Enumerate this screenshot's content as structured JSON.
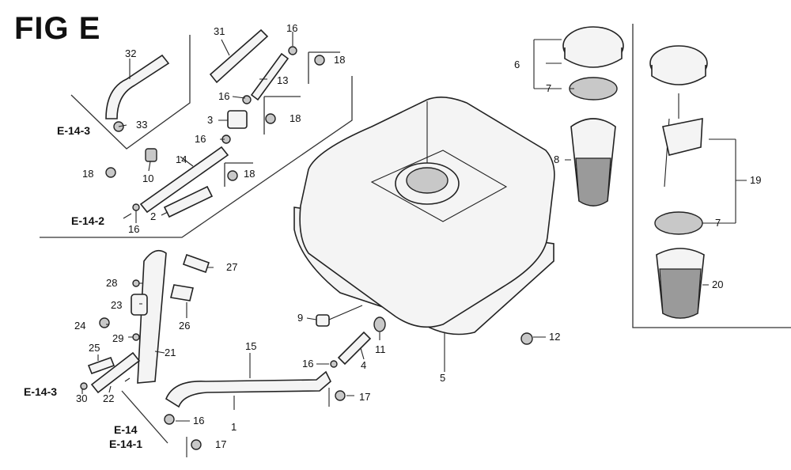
{
  "figure_title": "FIG E",
  "callouts": {
    "p32": "32",
    "p31": "31",
    "p16a": "16",
    "p18a": "18",
    "p13": "13",
    "p33": "33",
    "p16b": "16",
    "p3": "3",
    "p18b": "18",
    "p16c": "16",
    "p10": "10",
    "p14": "14",
    "p18c": "18",
    "p18d": "18",
    "p2": "2",
    "p16d": "16",
    "p6": "6",
    "p7a": "7",
    "p8": "8",
    "p19": "19",
    "p7b": "7",
    "p20": "20",
    "p28": "28",
    "p27": "27",
    "p23": "23",
    "p26": "26",
    "p24": "24",
    "p29": "29",
    "p21": "21",
    "p25": "25",
    "p30": "30",
    "p22": "22",
    "p16e": "16",
    "p1": "1",
    "p17a": "17",
    "p15": "15",
    "p16f": "16",
    "p4": "4",
    "p11": "11",
    "p9": "9",
    "p5": "5",
    "p12": "12",
    "p17b": "17"
  },
  "references": {
    "r1": "E-14-3",
    "r2": "E-14-2",
    "r3": "E-14-3",
    "r4": "E-14",
    "r5": "E-14-1"
  }
}
